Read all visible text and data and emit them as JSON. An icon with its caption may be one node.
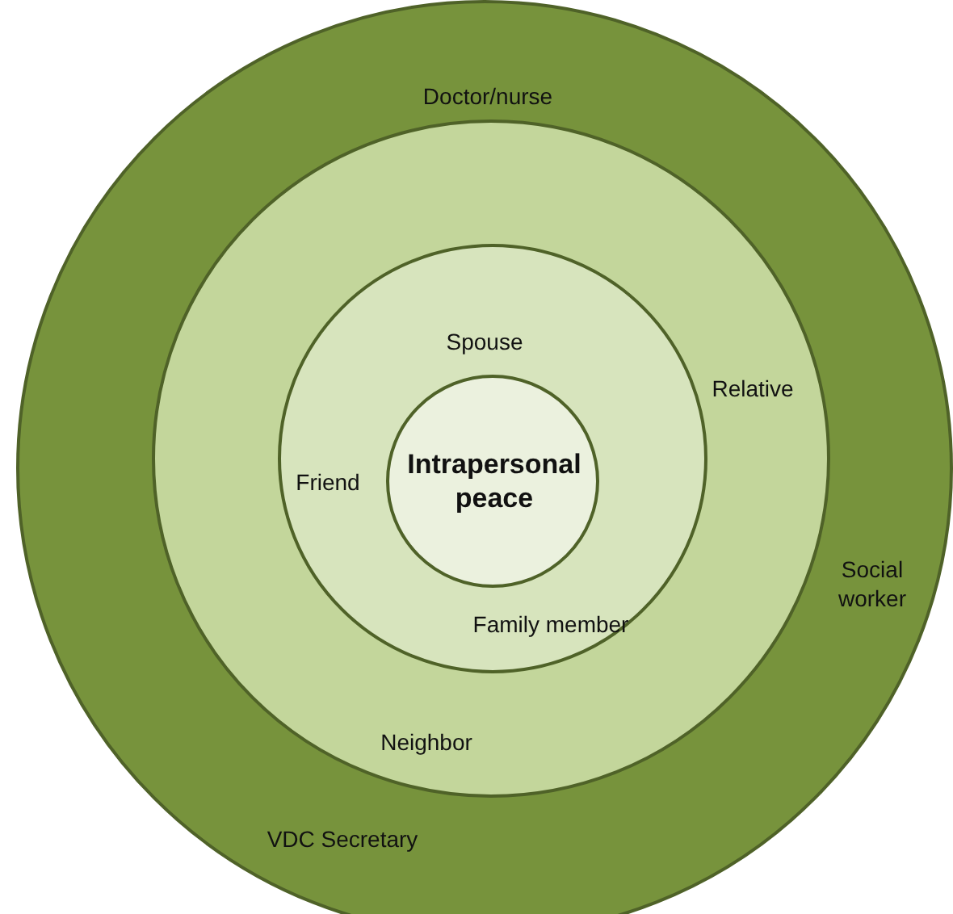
{
  "diagram": {
    "nodes": [
      {
        "text": [
          "Doctor/nurse",
          "Social worker",
          "VDC Secretary"
        ]
      },
      {
        "text": [
          "Relative",
          "Neighbor"
        ],
        "in": 0
      },
      {
        "text": [
          "Spouse",
          "Friend",
          "Family member"
        ],
        "in": 1
      },
      {
        "text": [
          "Intrapersonal peace"
        ],
        "in": 2
      }
    ]
  }
}
